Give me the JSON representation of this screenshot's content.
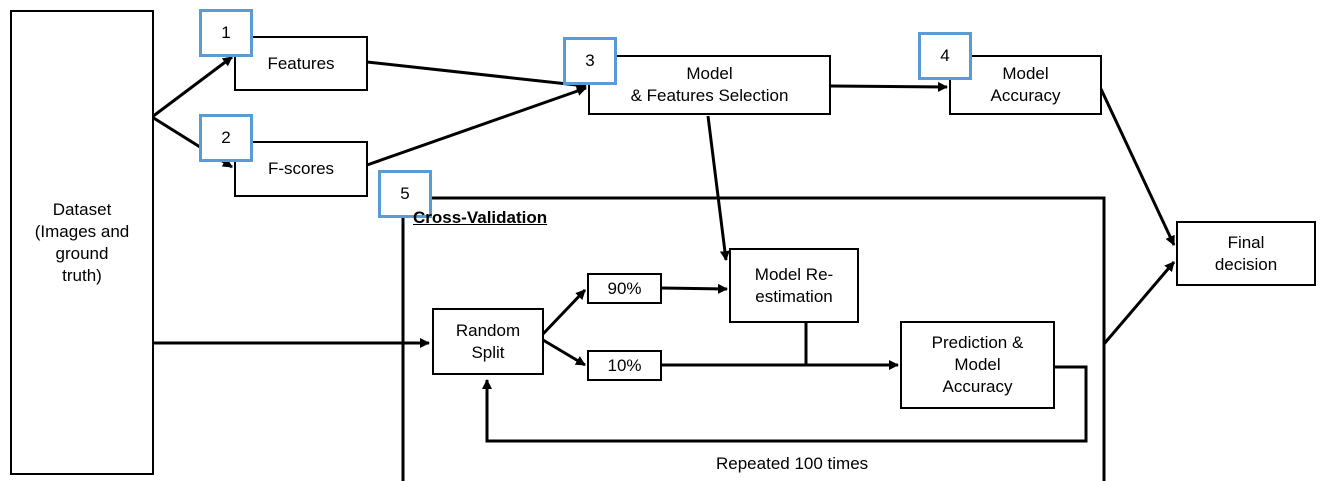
{
  "dataset": {
    "label": "Dataset\n(Images and\nground\ntruth)"
  },
  "features": {
    "label": "Features",
    "badge": "1"
  },
  "fscores": {
    "label": "F-scores",
    "badge": "2"
  },
  "model_selection": {
    "label": "Model\n& Features Selection",
    "badge": "3"
  },
  "model_accuracy": {
    "label": "Model\nAccuracy",
    "badge": "4"
  },
  "cross_validation": {
    "title": "Cross-Validation",
    "badge": "5",
    "random_split": "Random\nSplit",
    "split_90": "90%",
    "split_10": "10%",
    "reestimation": "Model Re-\nestimation",
    "prediction": "Prediction &\nModel\nAccuracy",
    "loop_label": "Repeated 100 times"
  },
  "final_decision": {
    "label": "Final\ndecision"
  },
  "colors": {
    "badge_border": "#5b9bd5",
    "line": "#000000"
  }
}
